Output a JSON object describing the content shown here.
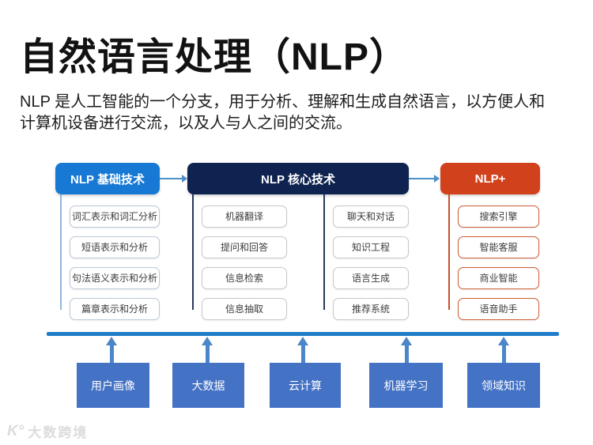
{
  "page": {
    "title": "自然语言处理（NLP）",
    "subtitle_line1": "NLP 是人工智能的一个分支，用于分析、理解和生成自然语言，以方便人和",
    "subtitle_line2": "计算机设备进行交流，以及人与人之间的交流。"
  },
  "colors": {
    "basic_header": "#1779d4",
    "core_header": "#0e2350",
    "plus_header": "#d1411c",
    "foundation_box": "#4472c4",
    "baseline": "#1f7cc8"
  },
  "groups": {
    "basic": {
      "header": "NLP 基础技术",
      "items": [
        "词汇表示和词汇分析",
        "短语表示和分析",
        "句法语义表示和分析",
        "篇章表示和分析"
      ]
    },
    "core": {
      "header": "NLP 核心技术",
      "left_items": [
        "机器翻译",
        "提问和回答",
        "信息检索",
        "信息抽取"
      ],
      "right_items": [
        "聊天和对话",
        "知识工程",
        "语言生成",
        "推荐系统"
      ]
    },
    "plus": {
      "header": "NLP+",
      "items": [
        "搜索引擎",
        "智能客服",
        "商业智能",
        "语音助手"
      ]
    }
  },
  "foundation": {
    "items": [
      "用户画像",
      "大数据",
      "云计算",
      "机器学习",
      "领域知识"
    ]
  },
  "watermark": {
    "logo": "K°",
    "text": "大数跨境"
  }
}
